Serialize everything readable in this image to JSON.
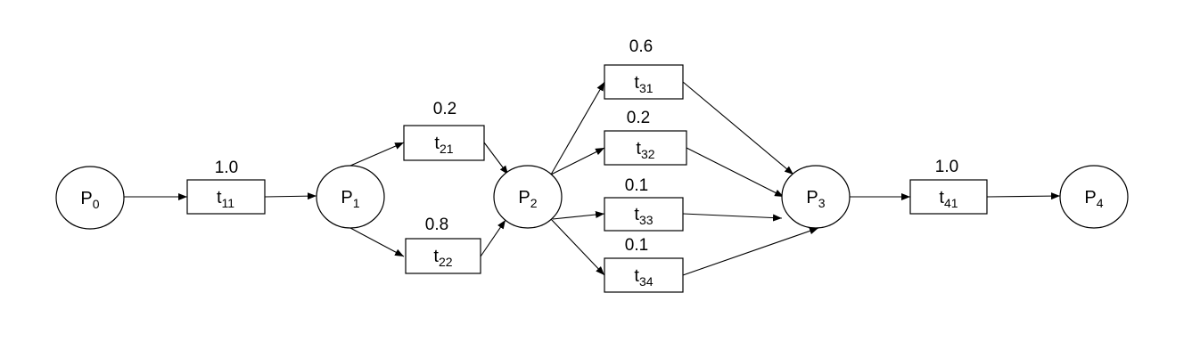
{
  "places": [
    {
      "id": "P0",
      "main": "P",
      "sub": "0"
    },
    {
      "id": "P1",
      "main": "P",
      "sub": "1"
    },
    {
      "id": "P2",
      "main": "P",
      "sub": "2"
    },
    {
      "id": "P3",
      "main": "P",
      "sub": "3"
    },
    {
      "id": "P4",
      "main": "P",
      "sub": "4"
    }
  ],
  "transitions": [
    {
      "id": "t11",
      "main": "t",
      "sub": "11",
      "prob": "1.0"
    },
    {
      "id": "t21",
      "main": "t",
      "sub": "21",
      "prob": "0.2"
    },
    {
      "id": "t22",
      "main": "t",
      "sub": "22",
      "prob": "0.8"
    },
    {
      "id": "t31",
      "main": "t",
      "sub": "31",
      "prob": "0.6"
    },
    {
      "id": "t32",
      "main": "t",
      "sub": "32",
      "prob": "0.2"
    },
    {
      "id": "t33",
      "main": "t",
      "sub": "33",
      "prob": "0.1"
    },
    {
      "id": "t34",
      "main": "t",
      "sub": "34",
      "prob": "0.1"
    },
    {
      "id": "t41",
      "main": "t",
      "sub": "41",
      "prob": "1.0"
    }
  ],
  "arcs": [
    [
      "P0",
      "t11"
    ],
    [
      "t11",
      "P1"
    ],
    [
      "P1",
      "t21"
    ],
    [
      "P1",
      "t22"
    ],
    [
      "t21",
      "P2"
    ],
    [
      "t22",
      "P2"
    ],
    [
      "P2",
      "t31"
    ],
    [
      "P2",
      "t32"
    ],
    [
      "P2",
      "t33"
    ],
    [
      "P2",
      "t34"
    ],
    [
      "t31",
      "P3"
    ],
    [
      "t32",
      "P3"
    ],
    [
      "t33",
      "P3"
    ],
    [
      "t34",
      "P3"
    ],
    [
      "P3",
      "t41"
    ],
    [
      "t41",
      "P4"
    ]
  ]
}
